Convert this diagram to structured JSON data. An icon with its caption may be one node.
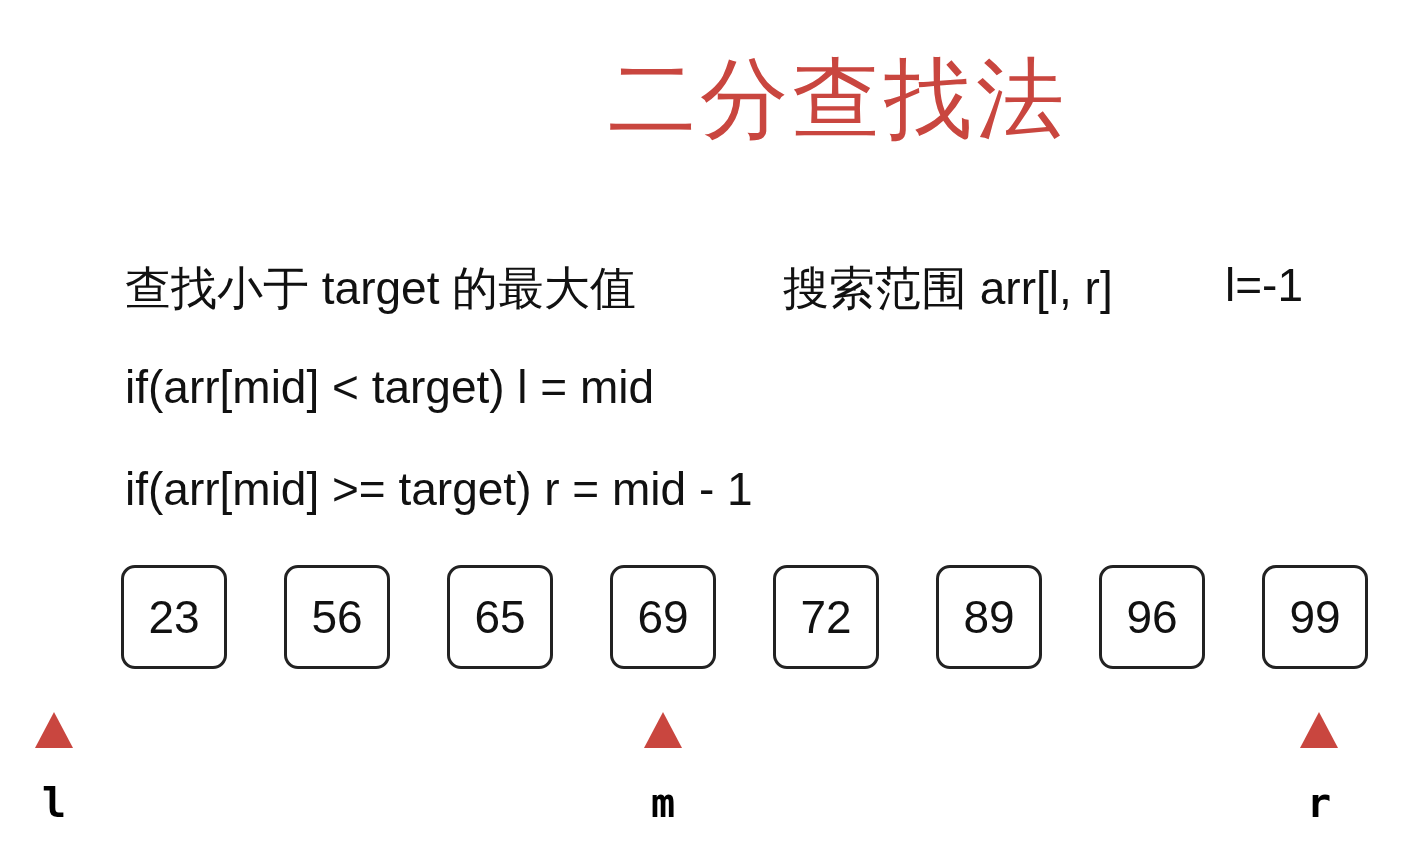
{
  "diagram": {
    "title": "二分查找法",
    "nodes": [
      {
        "text": [
          "23"
        ]
      },
      {
        "text": [
          "56"
        ]
      },
      {
        "text": [
          "65"
        ]
      },
      {
        "text": [
          "69"
        ]
      },
      {
        "text": [
          "72"
        ]
      },
      {
        "text": [
          "89"
        ]
      },
      {
        "text": [
          "96"
        ]
      },
      {
        "text": [
          "99"
        ]
      },
      {
        "text": [
          "l"
        ]
      },
      {
        "text": [
          "m"
        ]
      },
      {
        "text": [
          "r"
        ]
      }
    ],
    "labels": [
      "查找小于 target 的最大值",
      "搜索范围 arr[l, r]",
      "l=-1",
      "if(arr[mid] < target) l = mid",
      "if(arr[mid] >= target) r = mid - 1"
    ]
  }
}
